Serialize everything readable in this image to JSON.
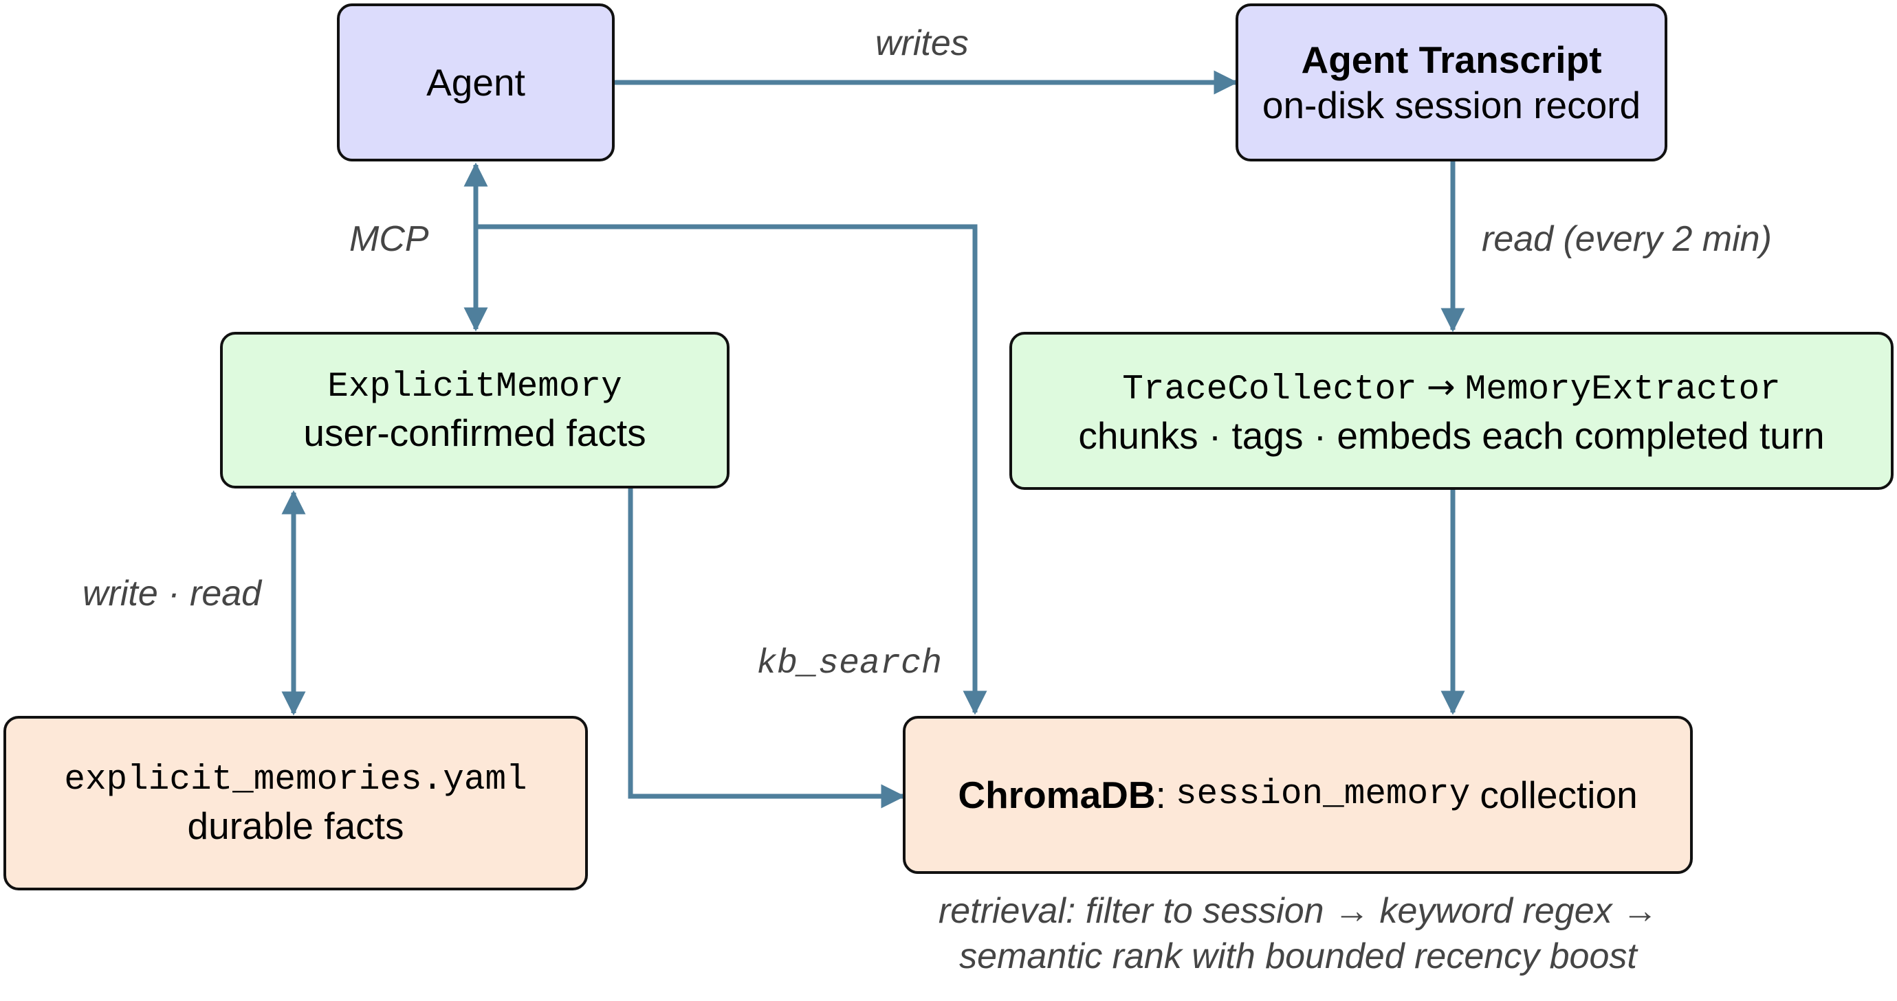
{
  "nodes": {
    "agent": {
      "label": "Agent"
    },
    "transcript": {
      "title": "Agent Transcript",
      "subtitle": "on-disk session record"
    },
    "explicit_memory": {
      "title": "ExplicitMemory",
      "subtitle": "user-confirmed facts"
    },
    "trace_collector": {
      "from": "TraceCollector",
      "arrow": "→",
      "to": "MemoryExtractor",
      "subtitle": "chunks · tags · embeds each completed turn"
    },
    "yaml_file": {
      "title": "explicit_memories.yaml",
      "subtitle": "durable facts"
    },
    "chromadb": {
      "name": "ChromaDB",
      "separator": ":",
      "collection": "session_memory",
      "suffix": "collection"
    }
  },
  "edges": {
    "writes": "writes",
    "mcp": "MCP",
    "read_interval": "read (every 2 min)",
    "write_read": "write · read",
    "kb_search": "kb_search"
  },
  "retrieval_note": {
    "line1": "retrieval: filter to session → keyword regex →",
    "line2": "semantic rank with bounded recency boost"
  },
  "colors": {
    "agent_nodes": "#dcdcfc",
    "processing_nodes": "#defade",
    "storage_nodes": "#fde8d8",
    "connector": "#4f7f9c",
    "edge_label": "#454545",
    "border": "#111111"
  }
}
